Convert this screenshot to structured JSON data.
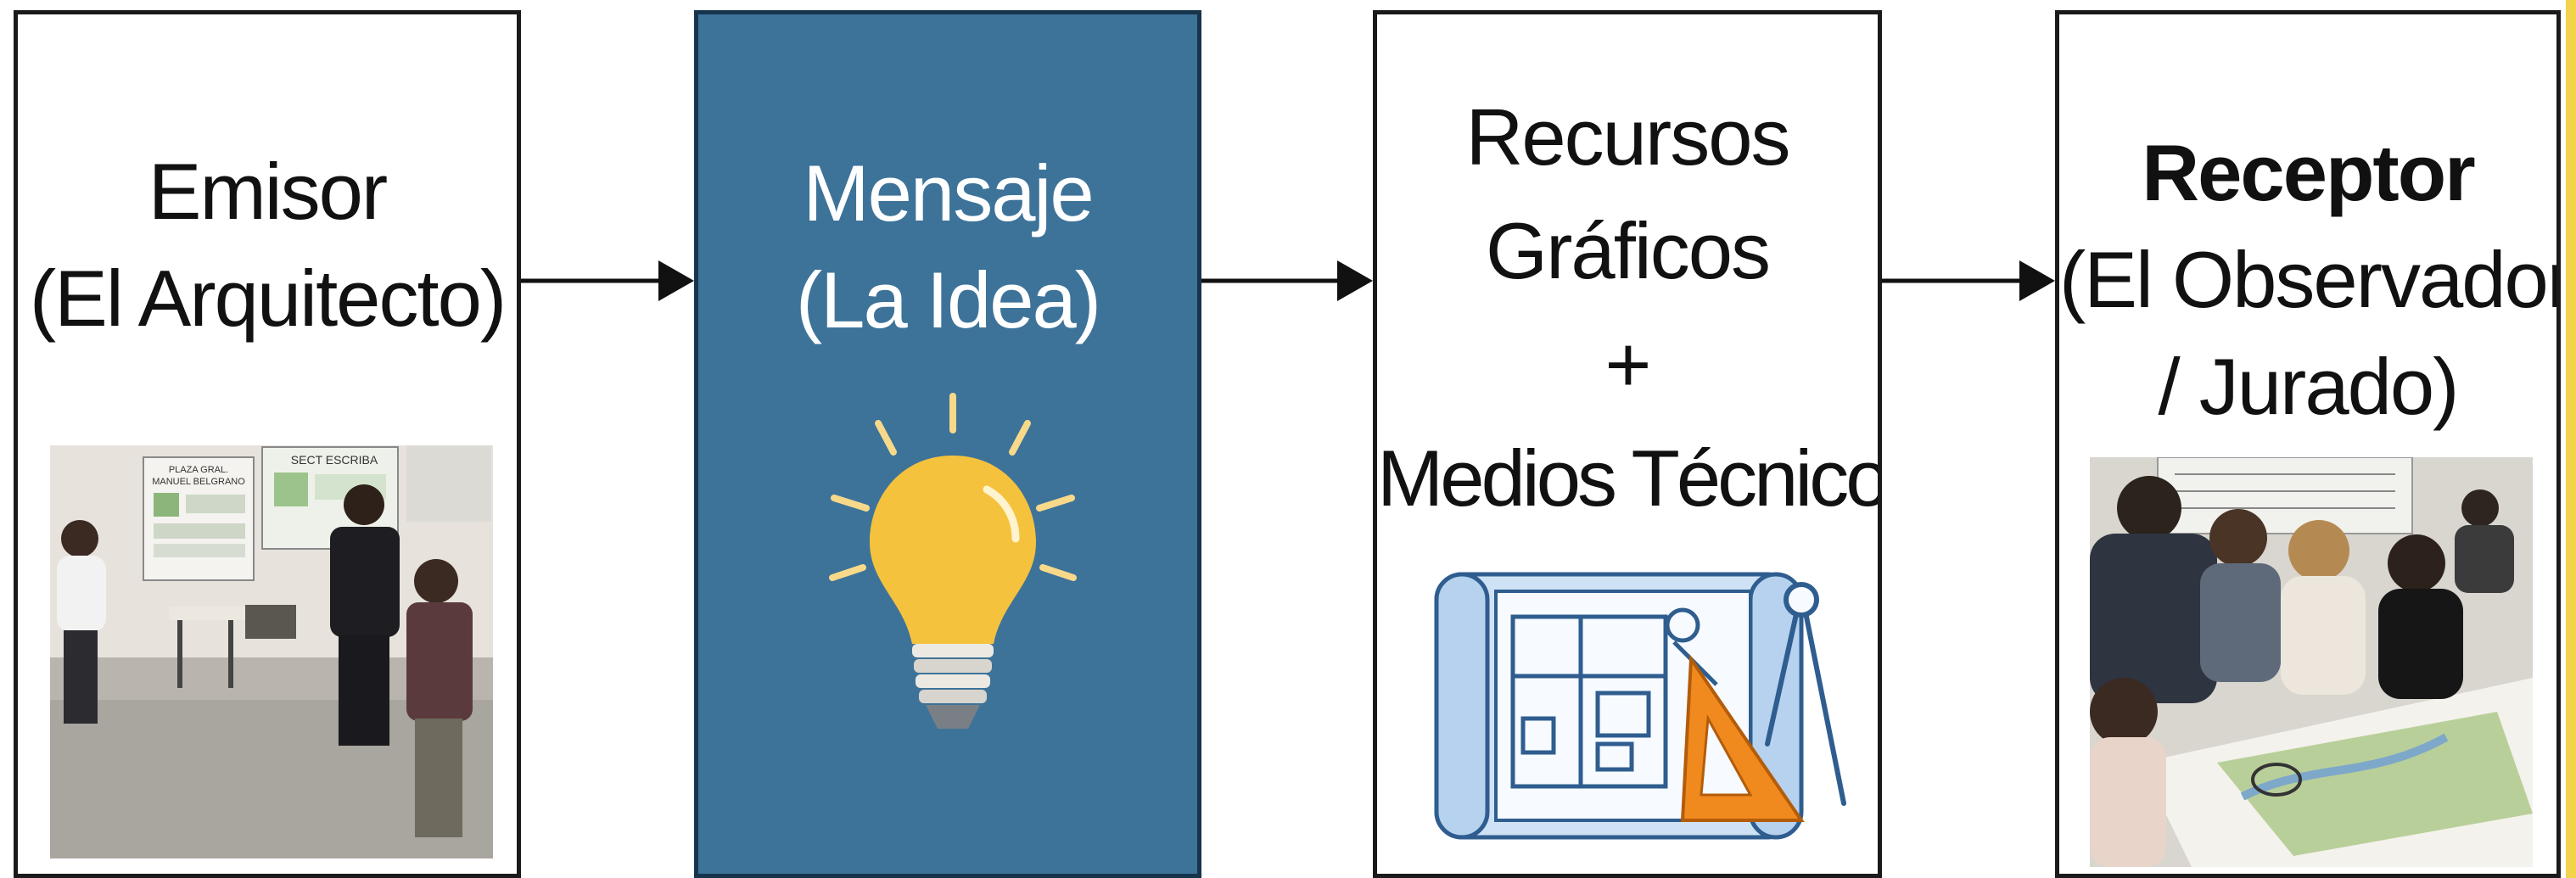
{
  "boxes": [
    {
      "id": "emisor",
      "lines": [
        "Emisor",
        "(El Arquitecto)"
      ],
      "image": "students-presenting-board-photo"
    },
    {
      "id": "mensaje",
      "lines": [
        "Mensaje",
        "(La Idea)"
      ],
      "icon": "lightbulb-icon"
    },
    {
      "id": "recursos",
      "lines": [
        "Recursos",
        "Gráficos",
        "+",
        "Medios Técnicos"
      ],
      "icon": "blueprint-drafting-tools-icon"
    },
    {
      "id": "receptor",
      "lines": [
        "Receptor",
        "(El Observador",
        "/ Jurado)"
      ],
      "image": "students-reviewing-map-photo"
    }
  ],
  "photo_text": {
    "board_heading": "PLAZA GRAL. MANUEL BELGRANO",
    "board_heading_2": "PLAZA GRAL.",
    "board_heading_3": "MANUEL BELGRANO",
    "board_label": "SECT ESCRIBA"
  },
  "colors": {
    "mensaje_bg": "#3d7399",
    "arrow": "#111111",
    "bulb": "#f5c23e",
    "edge_accent": "#f3d34a"
  }
}
